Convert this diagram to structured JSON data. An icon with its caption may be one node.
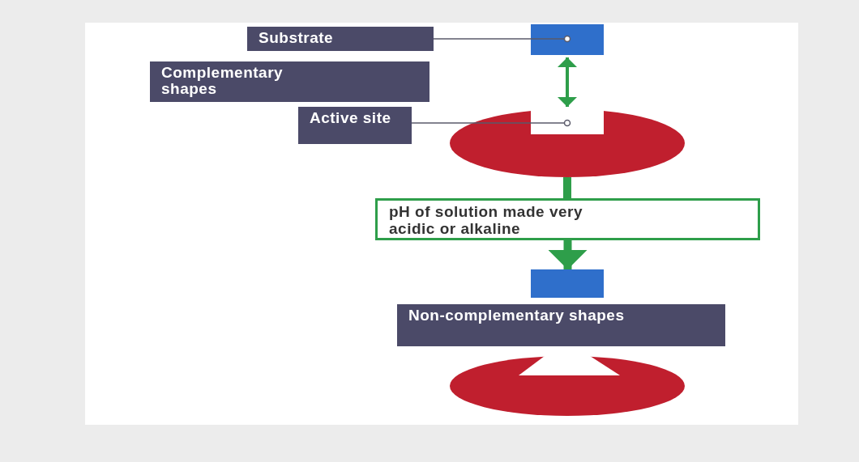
{
  "diagram": {
    "nodes": [
      {
        "text": [
          "Substrate"
        ]
      },
      {
        "text": [],
        "shape": "box"
      },
      {
        "text": [
          "Complementary shapes"
        ]
      },
      {
        "text": [
          "Active site"
        ]
      },
      {
        "text": [],
        "shape": "circle"
      },
      {
        "text": [
          "pH of solution made very acidic or alkaline"
        ]
      },
      {
        "text": [],
        "shape": "box"
      },
      {
        "text": [
          "Non-complementary shapes"
        ]
      },
      {
        "text": [],
        "shape": "circle"
      }
    ],
    "edges": [
      {
        "from": 0,
        "to": 1,
        "arrow": "other",
        "color": "#5a5a6a"
      },
      {
        "from": 1,
        "to": 4,
        "arrow": "both"
      },
      {
        "from": 3,
        "to": 4,
        "arrow": "other",
        "color": "#5a5a6a"
      },
      {
        "from": 4,
        "to": 5,
        "arrow": "none",
        "style": "thick"
      },
      {
        "from": 5,
        "to": 6,
        "arrow": "to",
        "style": "thick"
      }
    ]
  }
}
